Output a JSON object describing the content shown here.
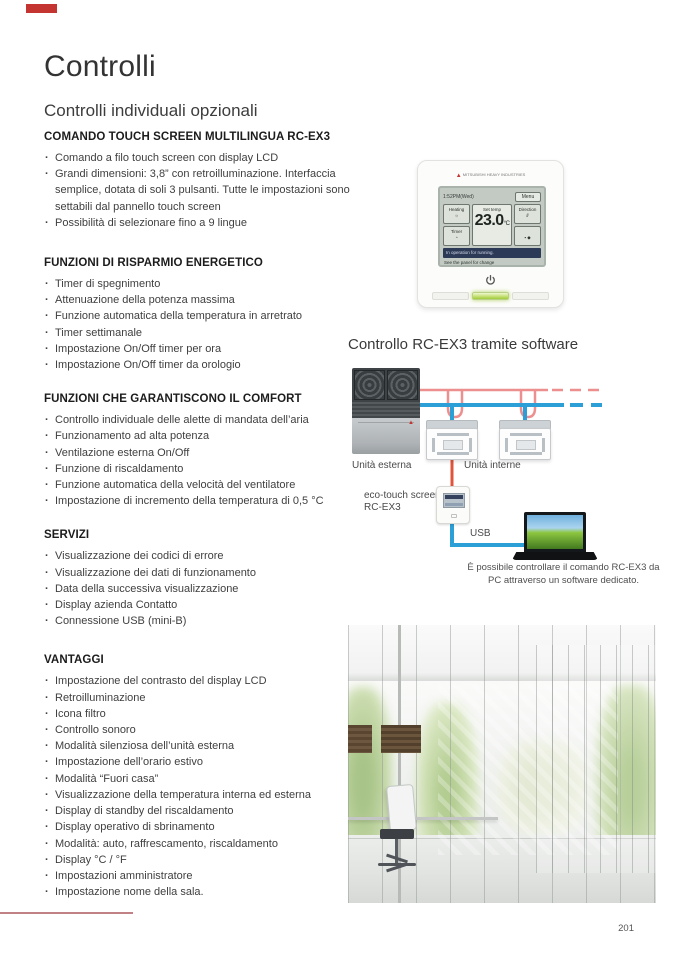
{
  "page": {
    "title": "Controlli",
    "subtitle": "Controlli individuali opzionali",
    "page_number": "201"
  },
  "sections": [
    {
      "heading": "COMANDO TOUCH SCREEN MULTILINGUA RC-EX3",
      "bullets": [
        "Comando a filo touch screen con display LCD",
        "Grandi dimensioni: 3,8” con retroilluminazione. Interfaccia semplice, dotata di soli 3 pulsanti. Tutte le impostazioni sono settabili dal pannello touch screen",
        "Possibilità di selezionare fino a 9 lingue"
      ]
    },
    {
      "heading": "FUNZIONI DI RISPARMIO ENERGETICO",
      "bullets": [
        "Timer di spegnimento",
        "Attenuazione della potenza massima",
        "Funzione automatica della temperatura in arretrato",
        "Timer settimanale",
        "Impostazione On/Off timer per ora",
        "Impostazione On/Off timer da orologio"
      ]
    },
    {
      "heading": "FUNZIONI CHE GARANTISCONO IL COMFORT",
      "bullets": [
        "Controllo individuale delle alette di mandata dell’aria",
        "Funzionamento ad alta potenza",
        "Ventilazione esterna On/Off",
        "Funzione di riscaldamento",
        "Funzione automatica della velocità del ventilatore",
        "Impostazione di incremento della temperatura di 0,5 °C"
      ]
    },
    {
      "heading": "SERVIZI",
      "bullets": [
        "Visualizzazione dei codici di errore",
        "Visualizzazione dei dati di funzionamento",
        "Data della successiva visualizzazione",
        "Display azienda Contatto",
        "Connessione USB (mini-B)"
      ]
    },
    {
      "heading": "VANTAGGI",
      "bullets": [
        "Impostazione del contrasto del display LCD",
        "Retroilluminazione",
        "Icona filtro",
        "Controllo sonoro",
        "Modalità silenziosa dell’unità esterna",
        "Impostazione dell’orario estivo",
        "Modalità “Fuori casa”",
        "Visualizzazione della temperatura interna ed esterna",
        "Display di standby del riscaldamento",
        "Display operativo di sbrinamento",
        "Modalità: auto, raffrescamento, riscaldamento",
        "Display °C / °F",
        "Impostazioni amministratore",
        "Impostazione nome della sala."
      ]
    }
  ],
  "remote": {
    "brand": "MITSUBISHI HEAVY INDUSTRIES",
    "clock": "1:52PM(Wed)",
    "menu_label": "Menu",
    "heating_label": "Heating",
    "timer_label": "Timer",
    "set_temp_label": "Set temp",
    "temp_value": "23.0",
    "temp_unit": "°C",
    "direction_label": "Direction",
    "status_text": "In operation for running.",
    "hint_text": "See the panel for change"
  },
  "diagram": {
    "heading": "Controllo RC-EX3 tramite software",
    "outdoor_label": "Unità esterna",
    "indoor_label": "Unità interne",
    "remote_label_line1": "eco-touch screen",
    "remote_label_line2": "RC-EX3",
    "usb_label": "USB",
    "caption": "È possibile controllare il comando RC-EX3 da PC attraverso un software dedicato."
  },
  "colors": {
    "accent_red": "#c43431",
    "diagram_blue": "#2b9fd6",
    "diagram_pink": "#ee8f8f",
    "diagram_red": "#e0543c",
    "lcd_background": "#c3cac4",
    "lcd_status_bar": "#2c3a57",
    "led_green": "#9fca3c",
    "footer_line_pink": "#c28185"
  }
}
